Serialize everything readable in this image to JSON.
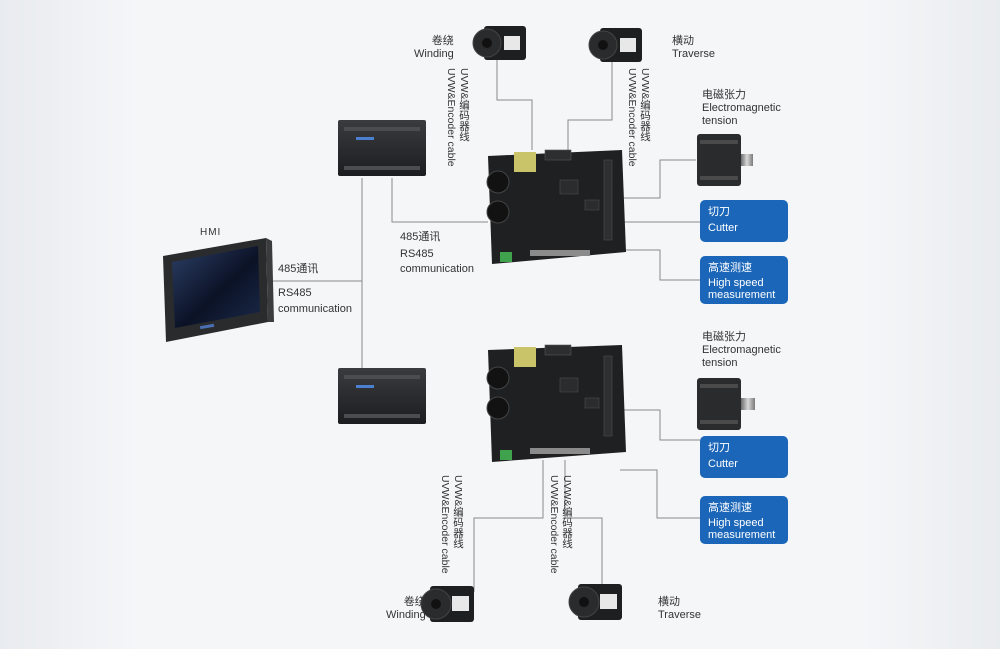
{
  "hmi": {
    "title": "HMI"
  },
  "link_hmi": {
    "cn": "485通讯",
    "en1": "RS485",
    "en2": "communication"
  },
  "link_plc": {
    "cn": "485通讯",
    "en1": "RS485",
    "en2": "communication"
  },
  "top": {
    "winding": {
      "cn": "卷绕",
      "en": "Winding"
    },
    "traverse": {
      "cn": "横动",
      "en": "Traverse"
    },
    "cable_left": {
      "cn": "UVW&编码器线",
      "en": "UVW&Encoder cable"
    },
    "cable_right": {
      "cn": "UVW&编码器线",
      "en": "UVW&Encoder cable"
    },
    "tension": {
      "cn": "电磁张力",
      "en1": "Electromagnetic",
      "en2": "tension"
    },
    "cutter": {
      "cn": "切刀",
      "en": "Cutter"
    },
    "speed": {
      "cn": "高速测速",
      "en1": "High speed",
      "en2": "measurement"
    }
  },
  "bottom": {
    "winding": {
      "cn": "卷绕",
      "en": "Winding"
    },
    "traverse": {
      "cn": "横动",
      "en": "Traverse"
    },
    "cable_left": {
      "cn": "UVW&编码器线",
      "en": "UVW&Encoder cable"
    },
    "cable_right": {
      "cn": "UVW&编码器线",
      "en": "UVW&Encoder cable"
    },
    "tension": {
      "cn": "电磁张力",
      "en1": "Electromagnetic",
      "en2": "tension"
    },
    "cutter": {
      "cn": "切刀",
      "en": "Cutter"
    },
    "speed": {
      "cn": "高速测速",
      "en1": "High speed",
      "en2": "measurement"
    }
  },
  "colors": {
    "accent_blue": "#1b66b8",
    "wire": "#8a8a8a",
    "device_dark": "#1e1f21"
  }
}
